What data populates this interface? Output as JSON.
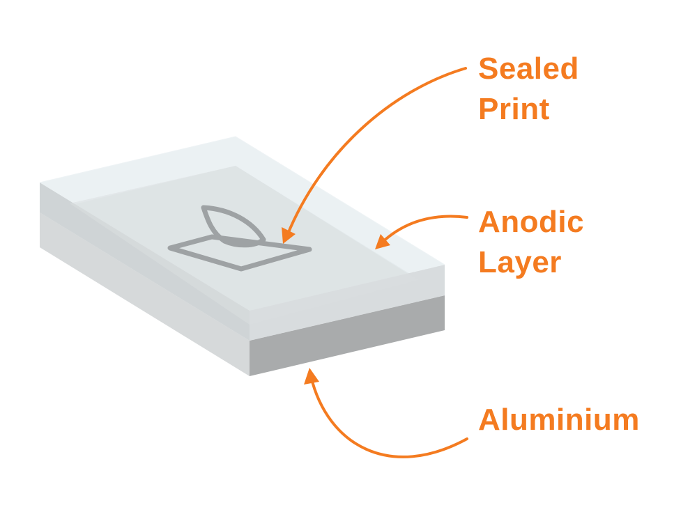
{
  "labels": {
    "sealed_print": [
      "Sealed",
      "Print"
    ],
    "anodic_layer": [
      "Anodic",
      "Layer"
    ],
    "aluminium": [
      "Aluminium"
    ]
  },
  "colors": {
    "accent": "#F47B20",
    "aluminium_side_front": "#A9ABAC",
    "aluminium_side_left": "#D6D9DA",
    "anodic_top": "#DEE1E2",
    "anodic_front": "#D2D6D8",
    "glass_top": "#E7EEF1",
    "print_outline": "#9EA2A4"
  },
  "icons": {
    "sealed_print_arrow": "curved-arrow-icon",
    "anodic_layer_arrow": "curved-arrow-icon",
    "aluminium_arrow": "curved-arrow-icon",
    "printed_mark": "leaf-symbol-icon"
  }
}
